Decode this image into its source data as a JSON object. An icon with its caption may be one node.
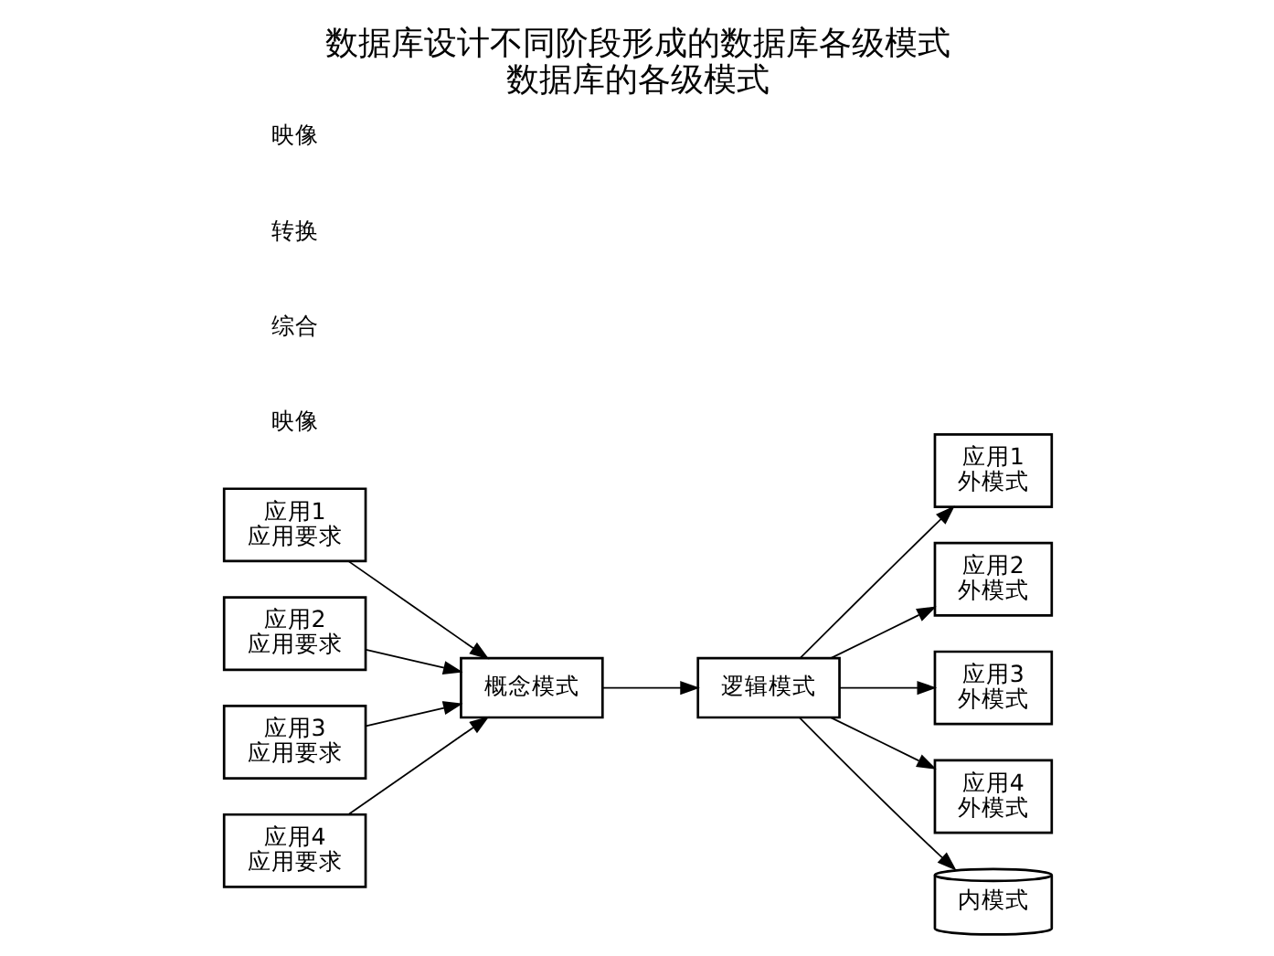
{
  "diagram": {
    "title": "数据库设计不同阶段形成的数据库各级模式",
    "caption": "数据库的各级模式",
    "nodes": [
      {
        "text": [
          "应用1",
          "应用要求"
        ]
      },
      {
        "text": [
          "应用2",
          "应用要求"
        ]
      },
      {
        "text": [
          "应用3",
          "应用要求"
        ]
      },
      {
        "text": [
          "应用4",
          "应用要求"
        ]
      },
      {
        "text": [
          "概念模式"
        ]
      },
      {
        "text": [
          "逻辑模式"
        ]
      },
      {
        "text": [
          "应用1",
          "外模式"
        ]
      },
      {
        "text": [
          "应用2",
          "外模式"
        ]
      },
      {
        "text": [
          "应用3",
          "外模式"
        ]
      },
      {
        "text": [
          "应用4",
          "外模式"
        ]
      },
      {
        "text": [
          "内模式"
        ]
      }
    ],
    "edges": [
      {
        "from": 0,
        "to": 4,
        "arrow": "to"
      },
      {
        "from": 1,
        "to": 4,
        "arrow": "to"
      },
      {
        "from": 2,
        "to": 4,
        "arrow": "to"
      },
      {
        "from": 3,
        "to": 4,
        "arrow": "to"
      },
      {
        "from": 4,
        "to": 5,
        "arrow": "to"
      },
      {
        "from": 5,
        "to": 6,
        "arrow": "to"
      },
      {
        "from": 5,
        "to": 7,
        "arrow": "to"
      },
      {
        "from": 5,
        "to": 8,
        "arrow": "to"
      },
      {
        "from": 5,
        "to": 9,
        "arrow": "to"
      },
      {
        "from": 5,
        "to": 10,
        "arrow": "to"
      }
    ],
    "labels": [
      "映像",
      "综合",
      "转换",
      "映像"
    ]
  }
}
